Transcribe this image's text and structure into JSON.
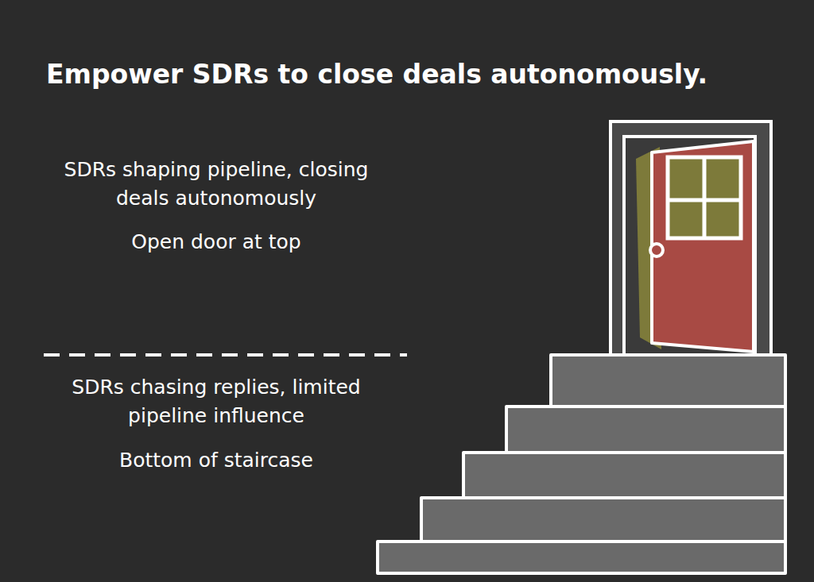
{
  "diagram": {
    "title": "Empower SDRs to close deals autonomously.",
    "labels": [
      "SDRs shaping pipeline, closing deals autonomously",
      "Open door at top",
      "SDRs chasing replies, limited pipeline influence",
      "Bottom of staircase"
    ]
  }
}
